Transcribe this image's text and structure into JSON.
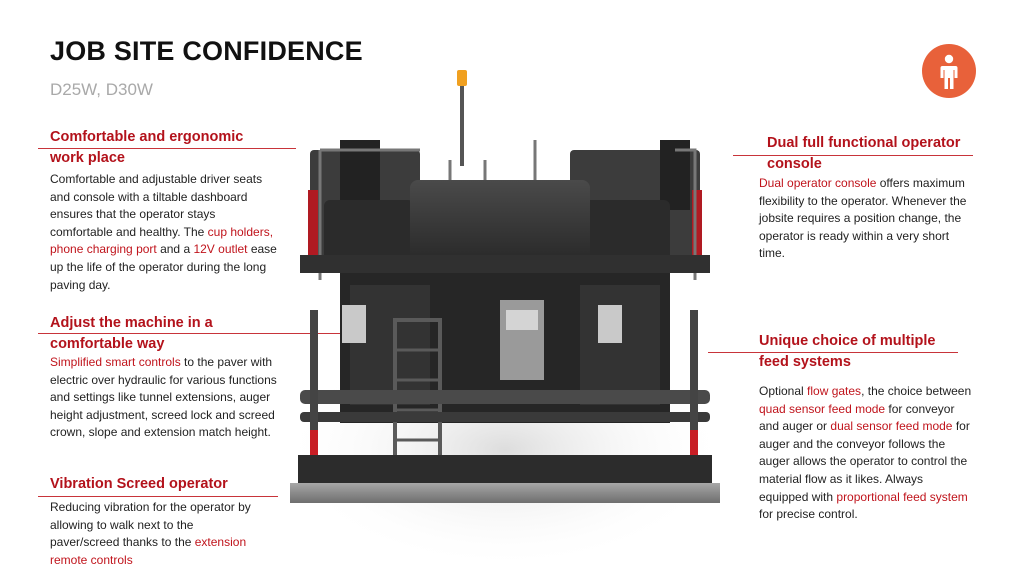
{
  "header": {
    "title": "JOB SITE CONFIDENCE",
    "subtitle": "D25W, D30W",
    "badge_icon": "operator-person-icon"
  },
  "colors": {
    "accent": "#b3121b",
    "badge": "#e8613a",
    "subtitle": "#a9a9a9"
  },
  "sections": {
    "comfort": {
      "heading_line1": "Comfortable and ergonomic",
      "heading_line2": "work place",
      "t1": "Comfortable and adjustable driver seats and console with a tiltable dashboard ensures that the operator stays comfortable and healthy. The ",
      "h1": "cup holders, phone charging port",
      "t2": " and a ",
      "h2": "12V outlet",
      "t3": " ease up the life of the operator during the long paving day."
    },
    "adjust": {
      "heading_line1": "Adjust the machine in a",
      "heading_line2": "comfortable way",
      "h1": "Simplified smart controls",
      "t1": " to the paver with electric over hydraulic  for various functions and settings like tunnel extensions, auger height adjustment, screed lock and screed crown, slope and extension match height."
    },
    "vibration": {
      "heading": "Vibration Screed operator",
      "t1": "Reducing vibration for the operator by allowing to walk next to the paver/screed thanks to the ",
      "h1": "extension remote controls"
    },
    "dual": {
      "heading_line1": "Dual full functional operator",
      "heading_line2": "console",
      "h1": "Dual operator console",
      "t1": " offers maximum flexibility to the operator. Whenever the jobsite requires a position change, the operator is ready within a very short time."
    },
    "feed": {
      "heading_line1": "Unique choice of multiple",
      "heading_line2": "feed systems",
      "t1": "Optional ",
      "h1": "flow gates",
      "t2": ", the choice between ",
      "h2": "quad sensor feed mode",
      "t3": " for conveyor and auger or ",
      "h3": "dual sensor feed mode",
      "t4": " for auger and the conveyor follows the auger allows the operator to control the material flow as it likes. Always equipped with ",
      "h4": "proportional feed system",
      "t5": " for precise control."
    }
  }
}
